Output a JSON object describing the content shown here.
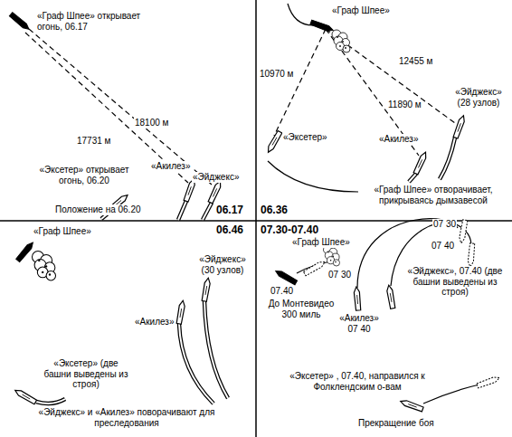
{
  "diagram": {
    "labels": [
      "«Граф Шпее» открывает огонь, 06.17",
      "18100 м",
      "17731 м",
      "«Эксетер» открывает огонь, 06.20",
      "«Акилез»",
      "«Эйджекс»",
      "Положение на 06.20",
      "06.17",
      "06.36",
      "«Граф Шпее»",
      "12455 м",
      "10970 м",
      "11890 м",
      "«Эйджекс» (28 узлов)",
      "«Акилез»",
      "«Эксетер»",
      "«Граф Шпее» отворачивает, прикрываясь дымзавесой",
      "06.46",
      "«Граф Шпее»",
      "«Эйджекс» (30 узлов)",
      "«Акилез»",
      "«Эксетер» (две башни выведены из строя)",
      "«Эйджекс» и «Акилез» поворачивают для преследования",
      "07.30-07.40",
      "«Граф Шпее»",
      "07 30",
      "07.40",
      "До Монтевидео 300 миль",
      "07 30",
      "07 40",
      "«Акилез» 07 40",
      "«Эйджекс», 07.40 (две башни выведены из строя)",
      "«Эксетер» , 07.40, направился к Фолклендским о-вам",
      "Прекращение боя"
    ]
  }
}
